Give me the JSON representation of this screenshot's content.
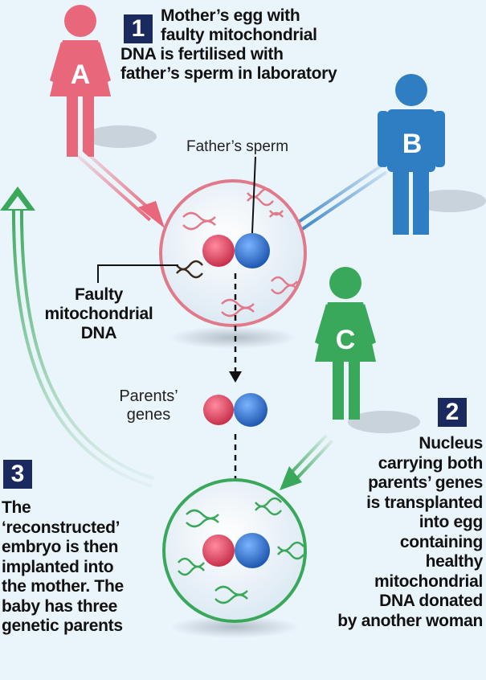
{
  "step1": {
    "number": "1",
    "lines": [
      "Mother’s egg with",
      "faulty mitochondrial",
      "DNA is fertilised with",
      "father’s sperm in laboratory"
    ]
  },
  "step2": {
    "number": "2",
    "lines": [
      "Nucleus",
      "carrying both",
      "parents’ genes",
      "is transplanted",
      "into egg",
      "containing",
      "healthy",
      "mitochondrial",
      "DNA donated",
      "by another woman"
    ]
  },
  "step3": {
    "number": "3",
    "lines": [
      "The",
      "‘reconstructed’",
      "embryo is then",
      "implanted into",
      "the mother. The",
      "baby has three",
      "genetic parents"
    ]
  },
  "people": {
    "a": {
      "letter": "A",
      "color": "#e8677a"
    },
    "b": {
      "letter": "B",
      "color": "#2f7ec4"
    },
    "c": {
      "letter": "C",
      "color": "#3aa85a"
    }
  },
  "labels": {
    "fathers_sperm": "Father’s sperm",
    "faulty_lines": [
      "Faulty",
      "mitochondrial",
      "DNA"
    ],
    "parents_genes_lines": [
      "Parents’",
      "genes"
    ]
  },
  "colors": {
    "background": "#eaf4fb",
    "step_box": "#1a2a5e",
    "egg_pink": "#e07a8a",
    "egg_green": "#3aa85a",
    "gene_red": "#e0455e",
    "gene_blue": "#2a6fc8"
  }
}
